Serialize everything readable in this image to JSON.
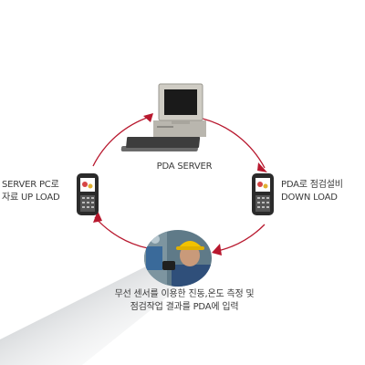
{
  "labels": {
    "server": "PDA SERVER",
    "upload_line1": "SERVER PC로",
    "upload_line2": "자료 UP LOAD",
    "download_line1": "PDA로 점검설비",
    "download_line2": "DOWN LOAD",
    "field_line1": "무선 센서를 이용한 진동,온도 측정 및",
    "field_line2": "점검작업 결과를 PDA에 입력"
  },
  "colors": {
    "cycle_arrow": "#b8182e",
    "pda_body": "#2b2b2b",
    "pda_screen": "#ffffff",
    "computer_body": "#c7c4bc",
    "monitor_screen": "#1a1a1a",
    "hardhat": "#f2c200",
    "label_text": "#3a3a3a"
  },
  "icons": {
    "server": "desktop-computer-icon",
    "pda": "handheld-pda-icon",
    "photo": "field-worker-photo"
  }
}
